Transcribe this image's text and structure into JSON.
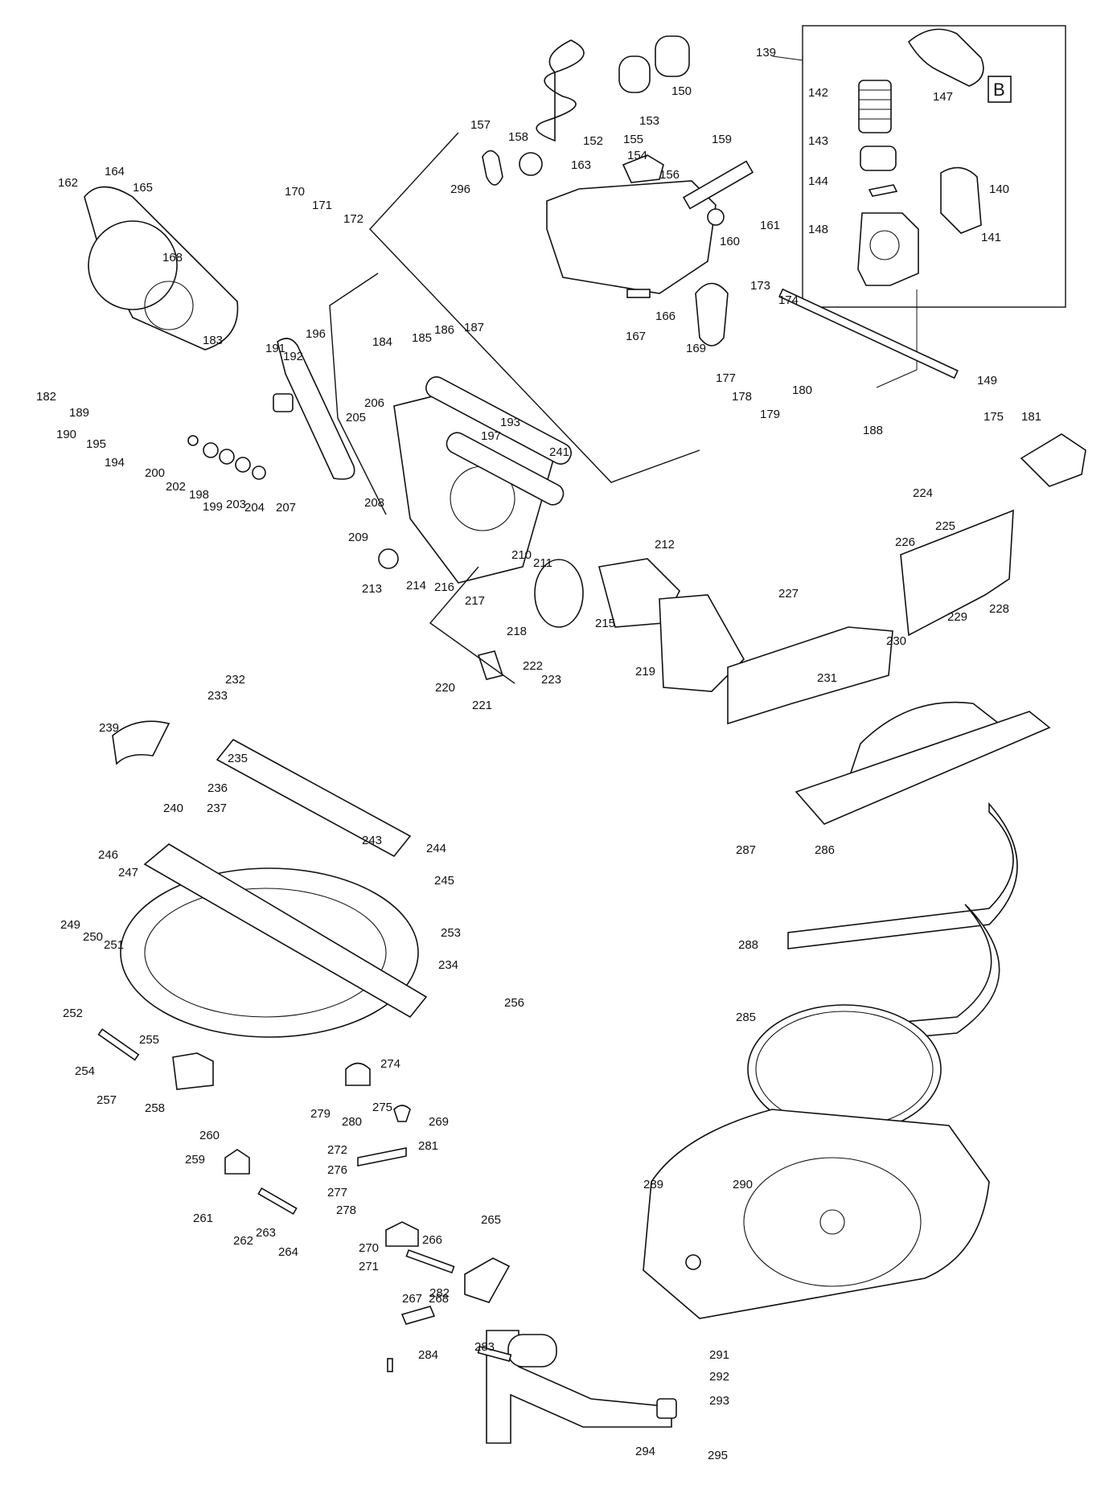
{
  "diagram": {
    "inset_badge": "B",
    "part_numbers": [
      "139",
      "140",
      "141",
      "142",
      "143",
      "144",
      "147",
      "148",
      "149",
      "150",
      "152",
      "153",
      "154",
      "155",
      "156",
      "157",
      "158",
      "159",
      "160",
      "161",
      "162",
      "163",
      "164",
      "165",
      "166",
      "167",
      "168",
      "169",
      "170",
      "171",
      "172",
      "173",
      "174",
      "175",
      "177",
      "178",
      "179",
      "180",
      "181",
      "182",
      "183",
      "184",
      "185",
      "186",
      "187",
      "188",
      "189",
      "190",
      "191",
      "192",
      "193",
      "194",
      "195",
      "196",
      "197",
      "198",
      "199",
      "200",
      "202",
      "203",
      "204",
      "205",
      "206",
      "207",
      "208",
      "209",
      "210",
      "211",
      "212",
      "213",
      "214",
      "215",
      "216",
      "217",
      "218",
      "219",
      "220",
      "221",
      "222",
      "223",
      "224",
      "225",
      "226",
      "227",
      "228",
      "229",
      "230",
      "231",
      "232",
      "233",
      "234",
      "235",
      "236",
      "237",
      "239",
      "240",
      "241",
      "243",
      "244",
      "245",
      "246",
      "247",
      "249",
      "250",
      "251",
      "252",
      "253",
      "254",
      "255",
      "256",
      "257",
      "258",
      "259",
      "260",
      "261",
      "262",
      "263",
      "264",
      "265",
      "266",
      "267",
      "268",
      "269",
      "270",
      "271",
      "272",
      "274",
      "275",
      "276",
      "277",
      "278",
      "279",
      "280",
      "281",
      "282",
      "283",
      "284",
      "285",
      "286",
      "287",
      "288",
      "289",
      "290",
      "291",
      "292",
      "293",
      "294",
      "295",
      "296"
    ]
  }
}
